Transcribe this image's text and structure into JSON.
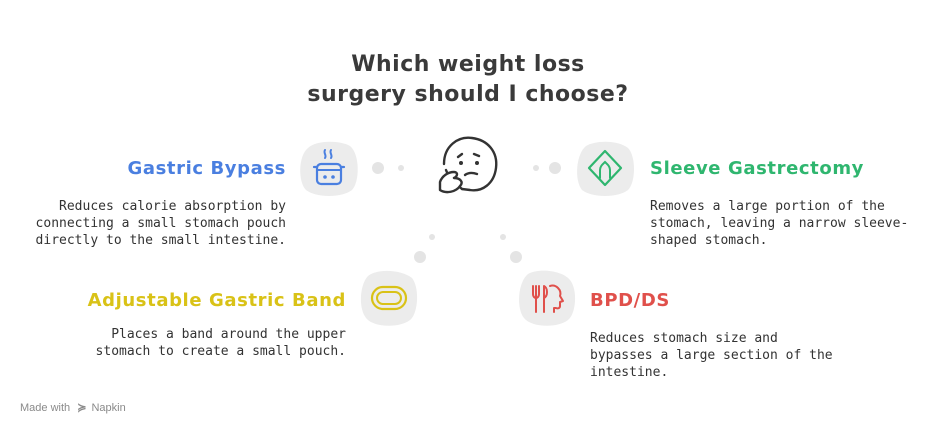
{
  "title": {
    "line1": "Which weight loss",
    "line2": "surgery should I choose?"
  },
  "options": [
    {
      "heading": "Gastric Bypass",
      "description": "Reduces calorie absorption by\nconnecting a small stomach pouch\ndirectly to the small intestine.",
      "color": "#4a7fe0",
      "icon": "cooking-pot-icon"
    },
    {
      "heading": "Sleeve Gastrectomy",
      "description": "Removes a large portion of the\nstomach, leaving a narrow sleeve-\nshaped stomach.",
      "color": "#2fb66f",
      "icon": "diamond-sign-icon"
    },
    {
      "heading": "Adjustable Gastric Band",
      "description": "Places a band around the upper\nstomach to create a small pouch.",
      "color": "#d9c217",
      "icon": "band-icon"
    },
    {
      "heading": "BPD/DS",
      "description": "Reduces stomach size and\nbypasses a large section of the\nintestine.",
      "color": "#e0504b",
      "icon": "head-utensils-icon"
    }
  ],
  "center_icon": "thinking-face-icon",
  "watermark": {
    "made_with": "Made with",
    "brand": "Napkin"
  }
}
